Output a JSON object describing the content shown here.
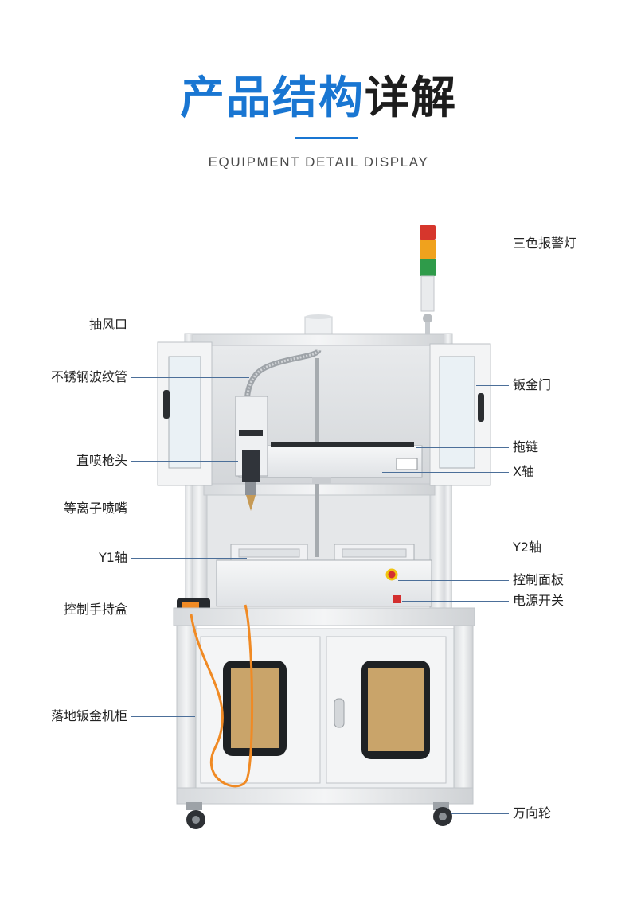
{
  "header": {
    "title_blue": "产品结构",
    "title_dark": "详解",
    "subtitle": "EQUIPMENT DETAIL DISPLAY"
  },
  "callouts": {
    "left": [
      {
        "id": "exhaust",
        "label": "抽风口"
      },
      {
        "id": "hose",
        "label": "不锈钢波纹管"
      },
      {
        "id": "spray-head",
        "label": "直喷枪头"
      },
      {
        "id": "plasma-nozzle",
        "label": "等离子喷嘴"
      },
      {
        "id": "y1",
        "label": "Y1轴"
      },
      {
        "id": "handheld",
        "label": "控制手持盒"
      },
      {
        "id": "cabinet",
        "label": "落地钣金机柜"
      }
    ],
    "right": [
      {
        "id": "tower-light",
        "label": "三色报警灯"
      },
      {
        "id": "door",
        "label": "钣金门"
      },
      {
        "id": "drag-chain",
        "label": "拖链"
      },
      {
        "id": "x",
        "label": "X轴"
      },
      {
        "id": "y2",
        "label": "Y2轴"
      },
      {
        "id": "panel",
        "label": "控制面板"
      },
      {
        "id": "power",
        "label": "电源开关"
      },
      {
        "id": "caster",
        "label": "万向轮"
      }
    ]
  },
  "colors": {
    "accent": "#1976d2",
    "leader_line": "#4c6f99",
    "frame": "#e6e8ea",
    "cardboard": "#c9a46a",
    "cable": "#f08a24"
  }
}
